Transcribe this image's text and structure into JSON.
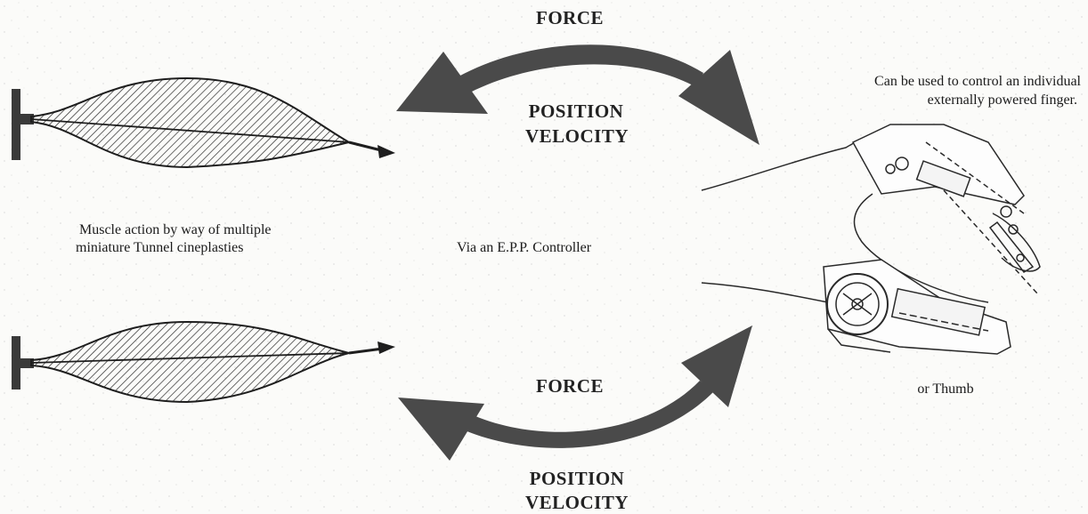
{
  "labels": {
    "force_top": "FORCE",
    "position_top": "POSITION",
    "velocity_top": "VELOCITY",
    "force_bottom": "FORCE",
    "position_bottom": "POSITION",
    "velocity_bottom": "VELOCITY",
    "muscle_line1": "Muscle action by way of multiple",
    "muscle_line2": "miniature Tunnel cineplasties",
    "controller": "Via an E.P.P. Controller",
    "finger_line1": "Can be used to control an individual",
    "finger_line2": "externally powered finger.",
    "thumb": "or Thumb"
  },
  "colors": {
    "arrow": "#4a4a4a",
    "line": "#1e1e1e",
    "hatch": "#2a2a2a",
    "background": "#fbfbf9"
  }
}
